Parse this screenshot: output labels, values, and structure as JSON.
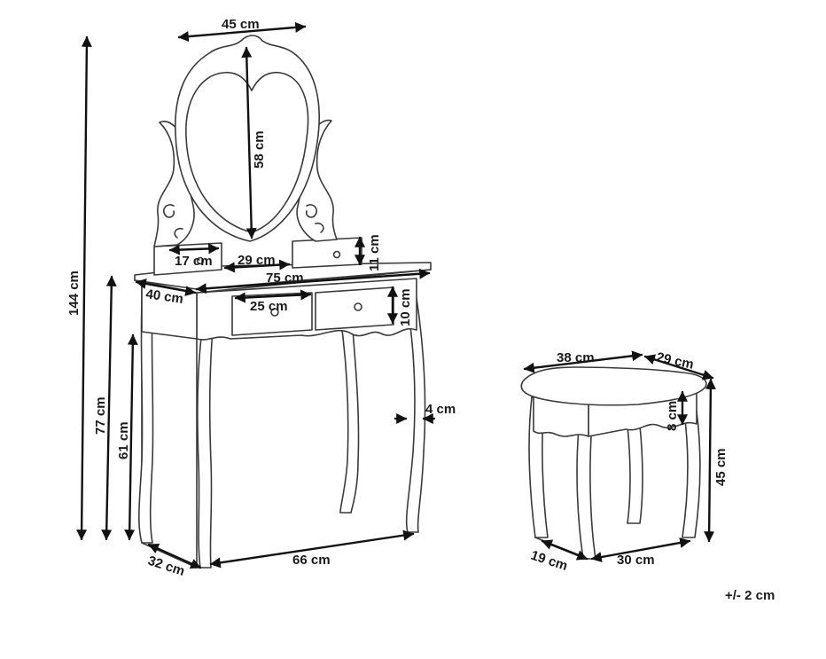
{
  "colors": {
    "outline": "#3a3a3a",
    "dimension": "#111111",
    "background": "#ffffff"
  },
  "dims": {
    "mirror_width": "45 cm",
    "mirror_height": "58 cm",
    "total_height": "144 cm",
    "drawer_small_height": "11 cm",
    "drawer_small_width": "17 cm",
    "drawer_gap": "29 cm",
    "table_width": "75 cm",
    "table_depth": "40 cm",
    "drawer_width": "25 cm",
    "drawer_height": "10 cm",
    "table_height": "77 cm",
    "knee_height": "61 cm",
    "leg_width": "4 cm",
    "base_depth": "32 cm",
    "base_width": "66 cm",
    "stool_width": "38 cm",
    "stool_depth": "29 cm",
    "stool_apron": "8 cm",
    "stool_height": "45 cm",
    "stool_base_depth": "19 cm",
    "stool_base_width": "30 cm"
  },
  "tolerance": "+/- 2 cm"
}
